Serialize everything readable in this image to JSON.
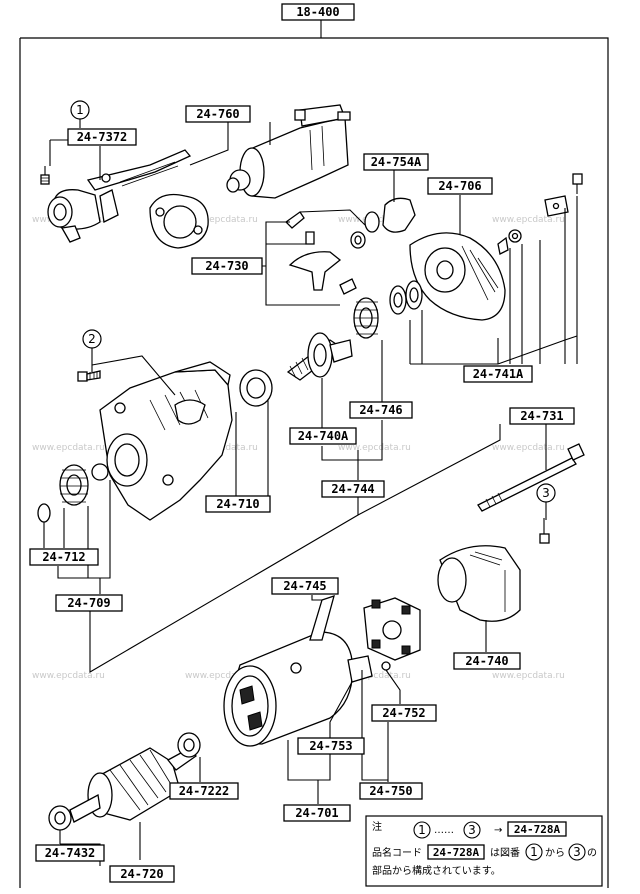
{
  "top_label": "18-400",
  "callouts": [
    {
      "id": "1",
      "label": "1"
    },
    {
      "id": "2",
      "label": "2"
    },
    {
      "id": "3",
      "label": "3"
    }
  ],
  "labels": {
    "p7372": "24-7372",
    "p760": "24-760",
    "p754a": "24-754A",
    "p706": "24-706",
    "p730": "24-730",
    "p741a": "24-741A",
    "p746": "24-746",
    "p731": "24-731",
    "p740a": "24-740A",
    "p744": "24-744",
    "p710": "24-710",
    "p712": "24-712",
    "p709": "24-709",
    "p745": "24-745",
    "p740": "24-740",
    "p752": "24-752",
    "p753": "24-753",
    "p750": "24-750",
    "p701": "24-701",
    "p7222": "24-7222",
    "p7432": "24-7432",
    "p720": "24-720"
  },
  "watermark": "www.epcdata.ru",
  "note": {
    "title": "注",
    "range_start": "1",
    "dots": "……",
    "range_end": "3",
    "arrow": "→",
    "target_code": "24-728A",
    "line2_prefix": "品名コード",
    "line2_code": "24-728A",
    "line2_mid": "は図番",
    "line2_from_circle": "1",
    "line2_from": "から",
    "line2_to_circle": "3",
    "line2_suffix": "の",
    "line3": "部品から構成されています。"
  }
}
